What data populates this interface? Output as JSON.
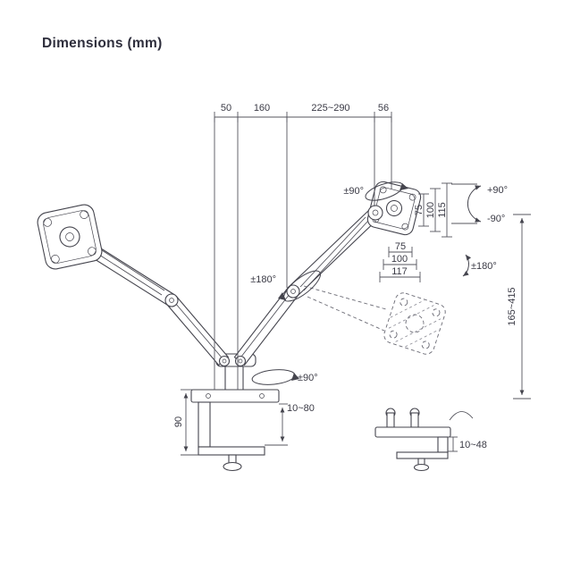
{
  "title": "Dimensions (mm)",
  "top_dims": {
    "d1": "50",
    "d2": "160",
    "d3": "225~290",
    "d4": "56"
  },
  "rotation_labels": {
    "top_swivel": "±90°",
    "tilt_up": "+90°",
    "tilt_down": "-90°",
    "plate_rotation": "±180°",
    "arm_rotation": "±180°",
    "base_swivel": "±90°"
  },
  "vesa_vertical_dims": {
    "inner": "75",
    "middle": "100",
    "outer": "115"
  },
  "vesa_horizontal_dims": {
    "inner": "75",
    "middle": "100",
    "outer": "117"
  },
  "height_range": "165~415",
  "clamp_dims": {
    "depth": "90",
    "desk_thickness": "10~80"
  },
  "grommet_dims": {
    "desk_thickness": "10~48"
  },
  "colors": {
    "line": "#45454e",
    "text": "#3a3a45",
    "background": "#ffffff"
  }
}
